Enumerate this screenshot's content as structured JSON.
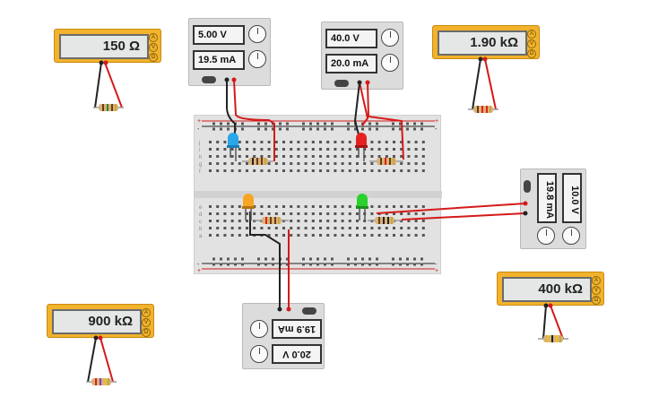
{
  "meters": {
    "m1": {
      "value": "150 Ω"
    },
    "m2": {
      "value": "1.90 kΩ"
    },
    "m3": {
      "value": "900 kΩ"
    },
    "m4": {
      "value": "400 kΩ"
    }
  },
  "meter_knob_labels": [
    "A",
    "V",
    "Ω"
  ],
  "supplies": {
    "s1": {
      "voltage": "5.00 V",
      "current": "19.5 mA"
    },
    "s2": {
      "voltage": "40.0 V",
      "current": "20.0 mA"
    },
    "s3": {
      "voltage": "10.0 V",
      "current": "19.8 mA"
    },
    "s4": {
      "voltage": "20.0 V",
      "current": "19.9 mA"
    }
  },
  "breadboard": {
    "row_letters_top": [
      "j",
      "i",
      "h",
      "g",
      "f"
    ],
    "row_letters_bottom": [
      "e",
      "d",
      "c",
      "b",
      "a"
    ],
    "rail_plus": "+",
    "rail_minus": "-"
  },
  "leds": {
    "blue": "#2aa7e8",
    "red": "#e52222",
    "orange": "#f5a623",
    "green": "#2bd12b"
  },
  "wire_colors": {
    "red": "#d41a1a",
    "black": "#222222"
  }
}
